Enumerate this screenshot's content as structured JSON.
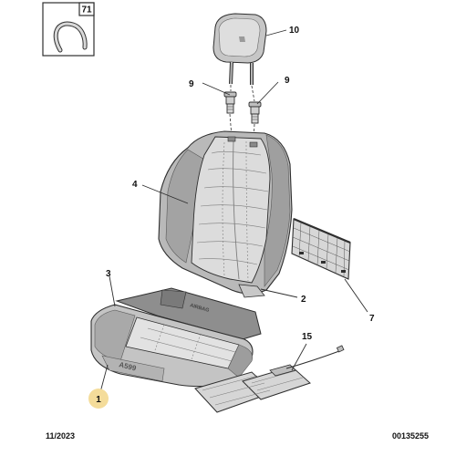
{
  "diagram": {
    "callouts": {
      "inset_part": "71",
      "headrest": "10",
      "guide_left": "9",
      "guide_right": "9",
      "backrest_trim": "4",
      "backrest_frame": "2",
      "map_pocket": "7",
      "cushion_trim": "3",
      "cushion_pad": "1",
      "heating_element": "15"
    },
    "highlighted_callout": "1",
    "part_markings": {
      "cushion_code": "A599",
      "airbag_marking": "AIRBAG"
    },
    "colors": {
      "line": "#2f2f2f",
      "part_fill": "#c2c2c2",
      "part_light": "#e4e4e4",
      "part_dark": "#8d8d8d",
      "highlight": "#f4dc9a"
    }
  },
  "footer": {
    "date": "11/2023",
    "document_number": "00135255"
  }
}
